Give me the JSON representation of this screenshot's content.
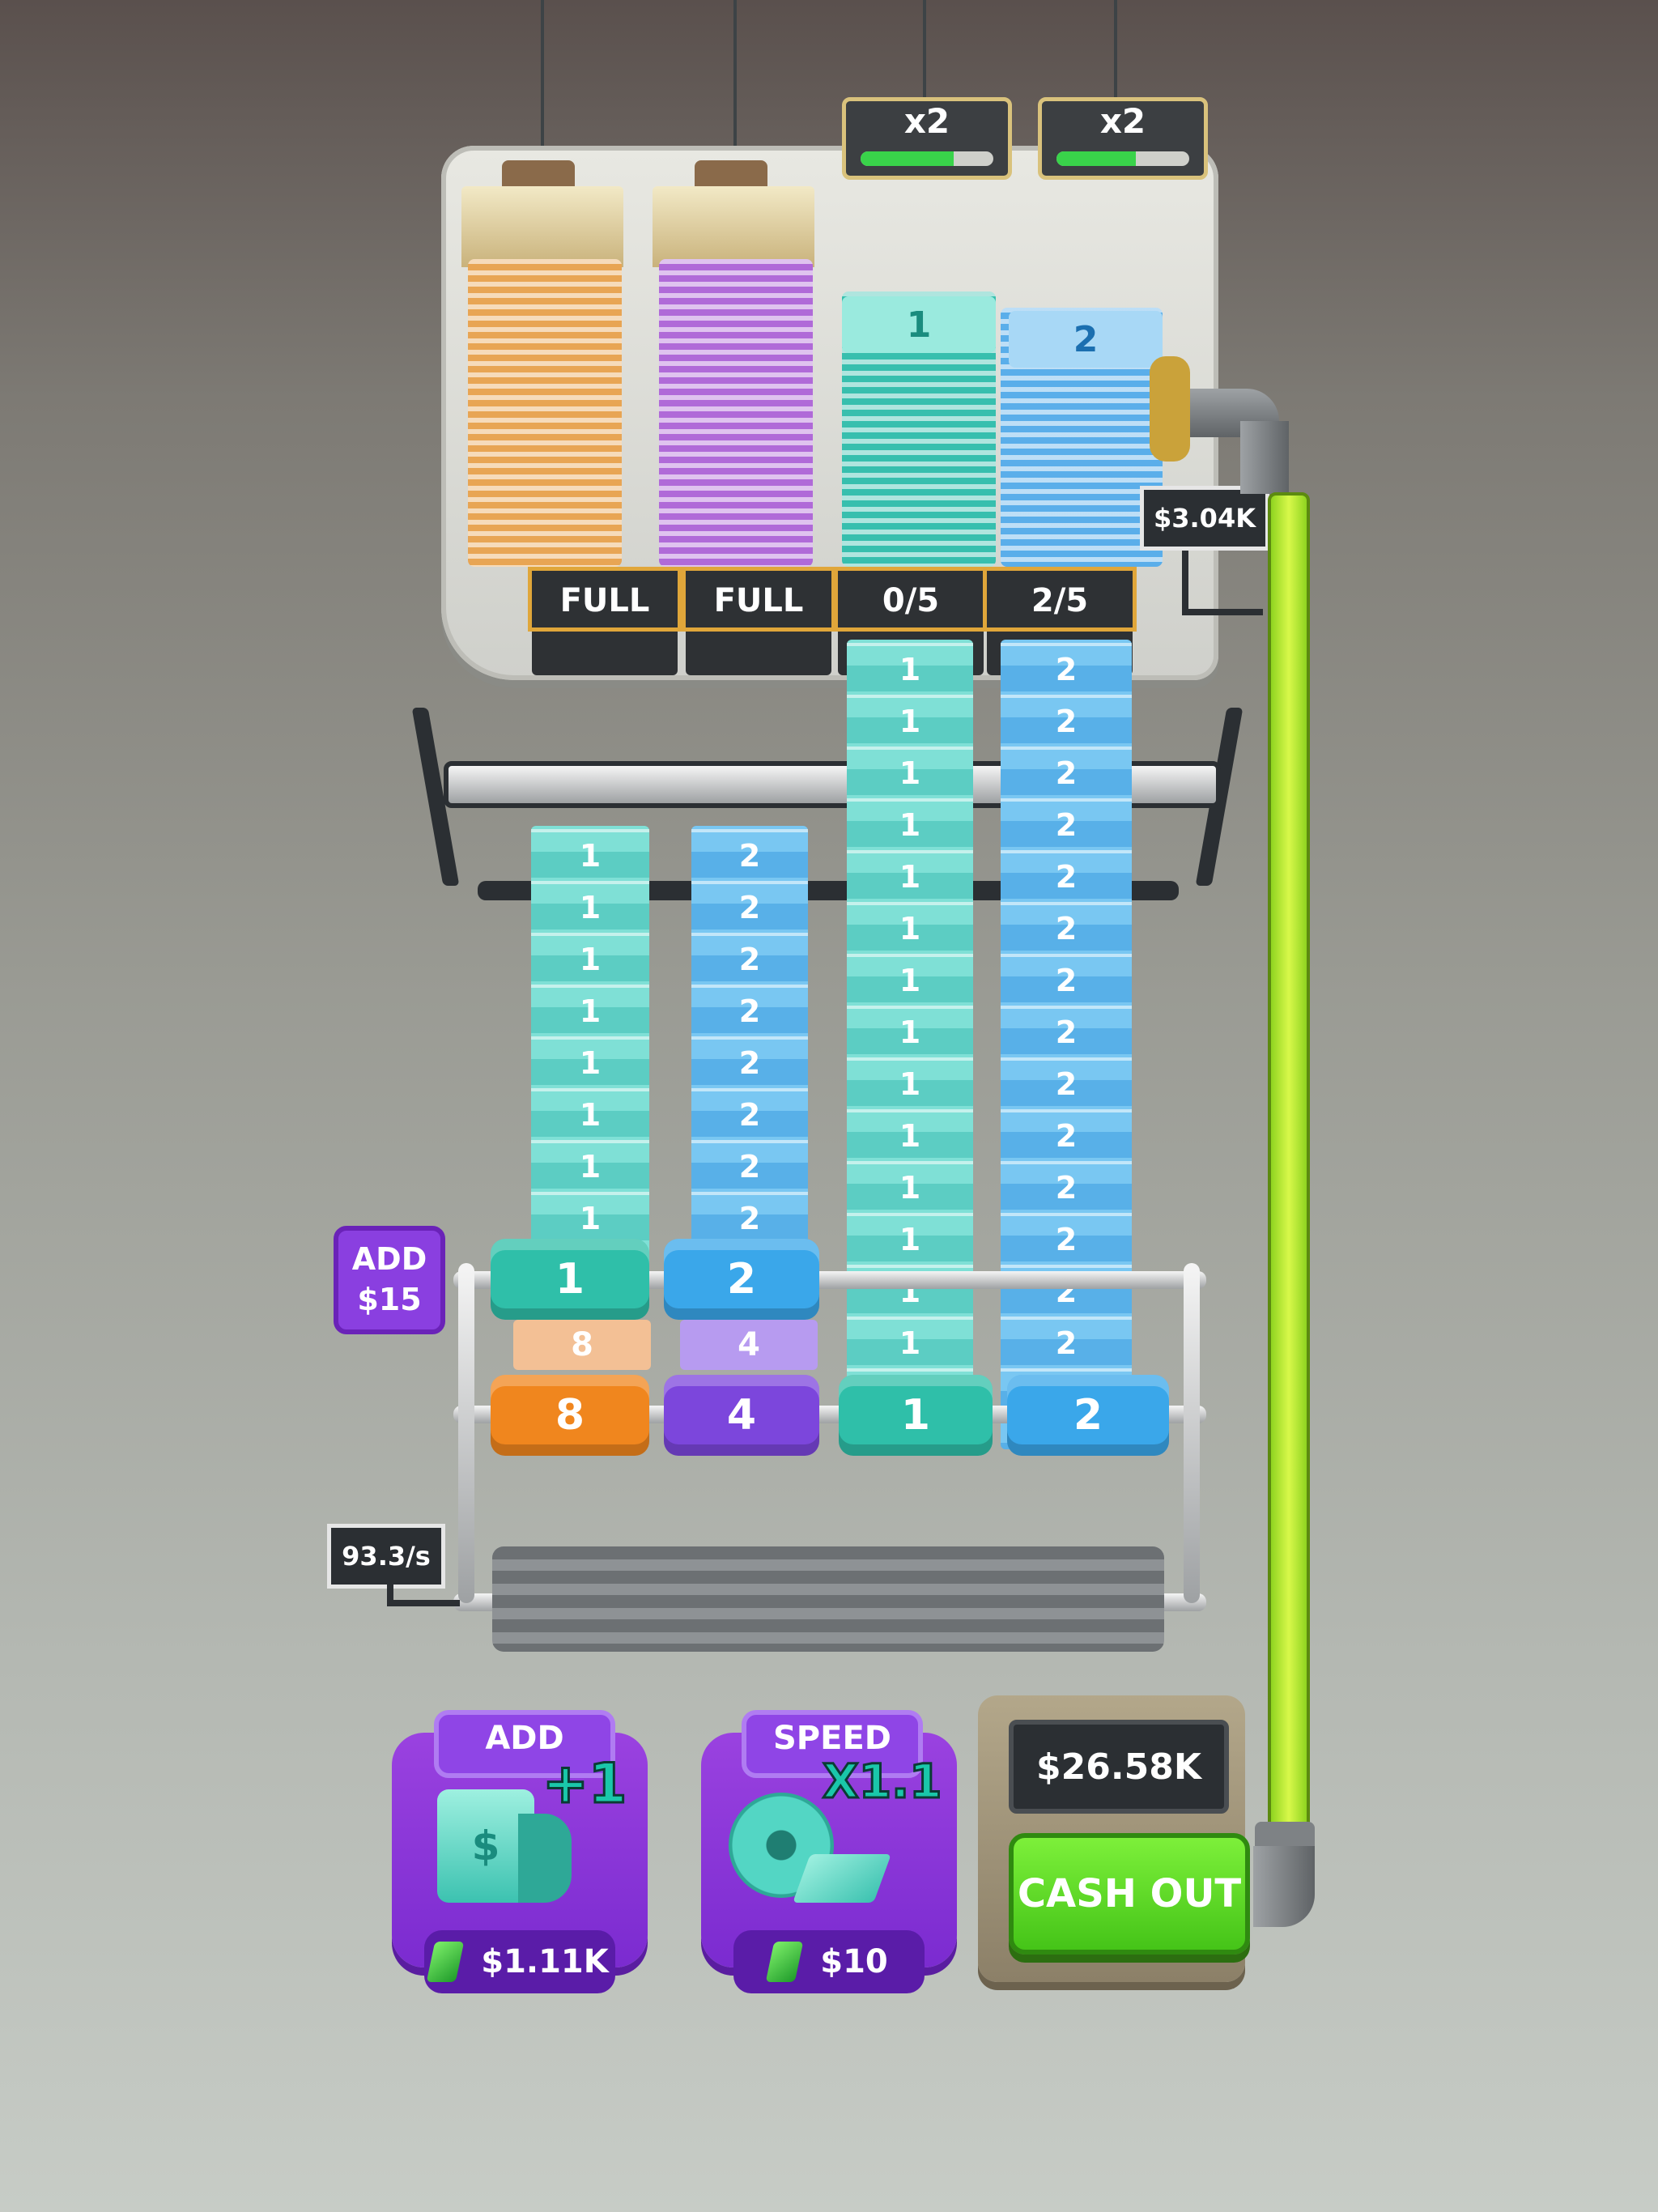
{
  "tray": {
    "multipliers": [
      {
        "label": "x2",
        "progress": 0.7
      },
      {
        "label": "x2",
        "progress": 0.6
      }
    ],
    "slots": [
      {
        "status": "FULL",
        "color": "#e89a3a"
      },
      {
        "status": "FULL",
        "color": "#8a5fe0"
      },
      {
        "status": "0/5",
        "color": "#3ec6b6",
        "bill_value": "1"
      },
      {
        "status": "2/5",
        "color": "#4fa9ec",
        "bill_value": "2"
      }
    ],
    "balance_tag": "$3.04K"
  },
  "strips": [
    {
      "value": "1",
      "color": "teal"
    },
    {
      "value": "2",
      "color": "blue"
    },
    {
      "value": "1",
      "color": "teal"
    },
    {
      "value": "2",
      "color": "blue"
    }
  ],
  "upper_rollers": [
    {
      "value": "1",
      "color": "#2fbfa9"
    },
    {
      "value": "2",
      "color": "#3aa7ea"
    }
  ],
  "lower_rollers": [
    {
      "value": "8",
      "color": "#f0861e"
    },
    {
      "value": "4",
      "color": "#7c46dc"
    },
    {
      "value": "1",
      "color": "#2fbfa9"
    },
    {
      "value": "2",
      "color": "#3aa7ea"
    }
  ],
  "pending_bills": [
    "8",
    "4"
  ],
  "add_roller_button": {
    "line1": "ADD",
    "line2": "$15"
  },
  "rate_label": "93.3/s",
  "upgrades": [
    {
      "title": "ADD",
      "badge": "+1",
      "price": "$1.11K",
      "icon": "money-roll-icon"
    },
    {
      "title": "SPEED",
      "badge": "X1.1",
      "price": "$10",
      "icon": "money-roll-spin-icon"
    }
  ],
  "cash_display": "$26.58K",
  "cash_out_label": "CASH OUT",
  "colors": {
    "accent_green": "#5fe02a",
    "purple": "#8a3fe0",
    "pipe_green": "#c8f03a"
  }
}
